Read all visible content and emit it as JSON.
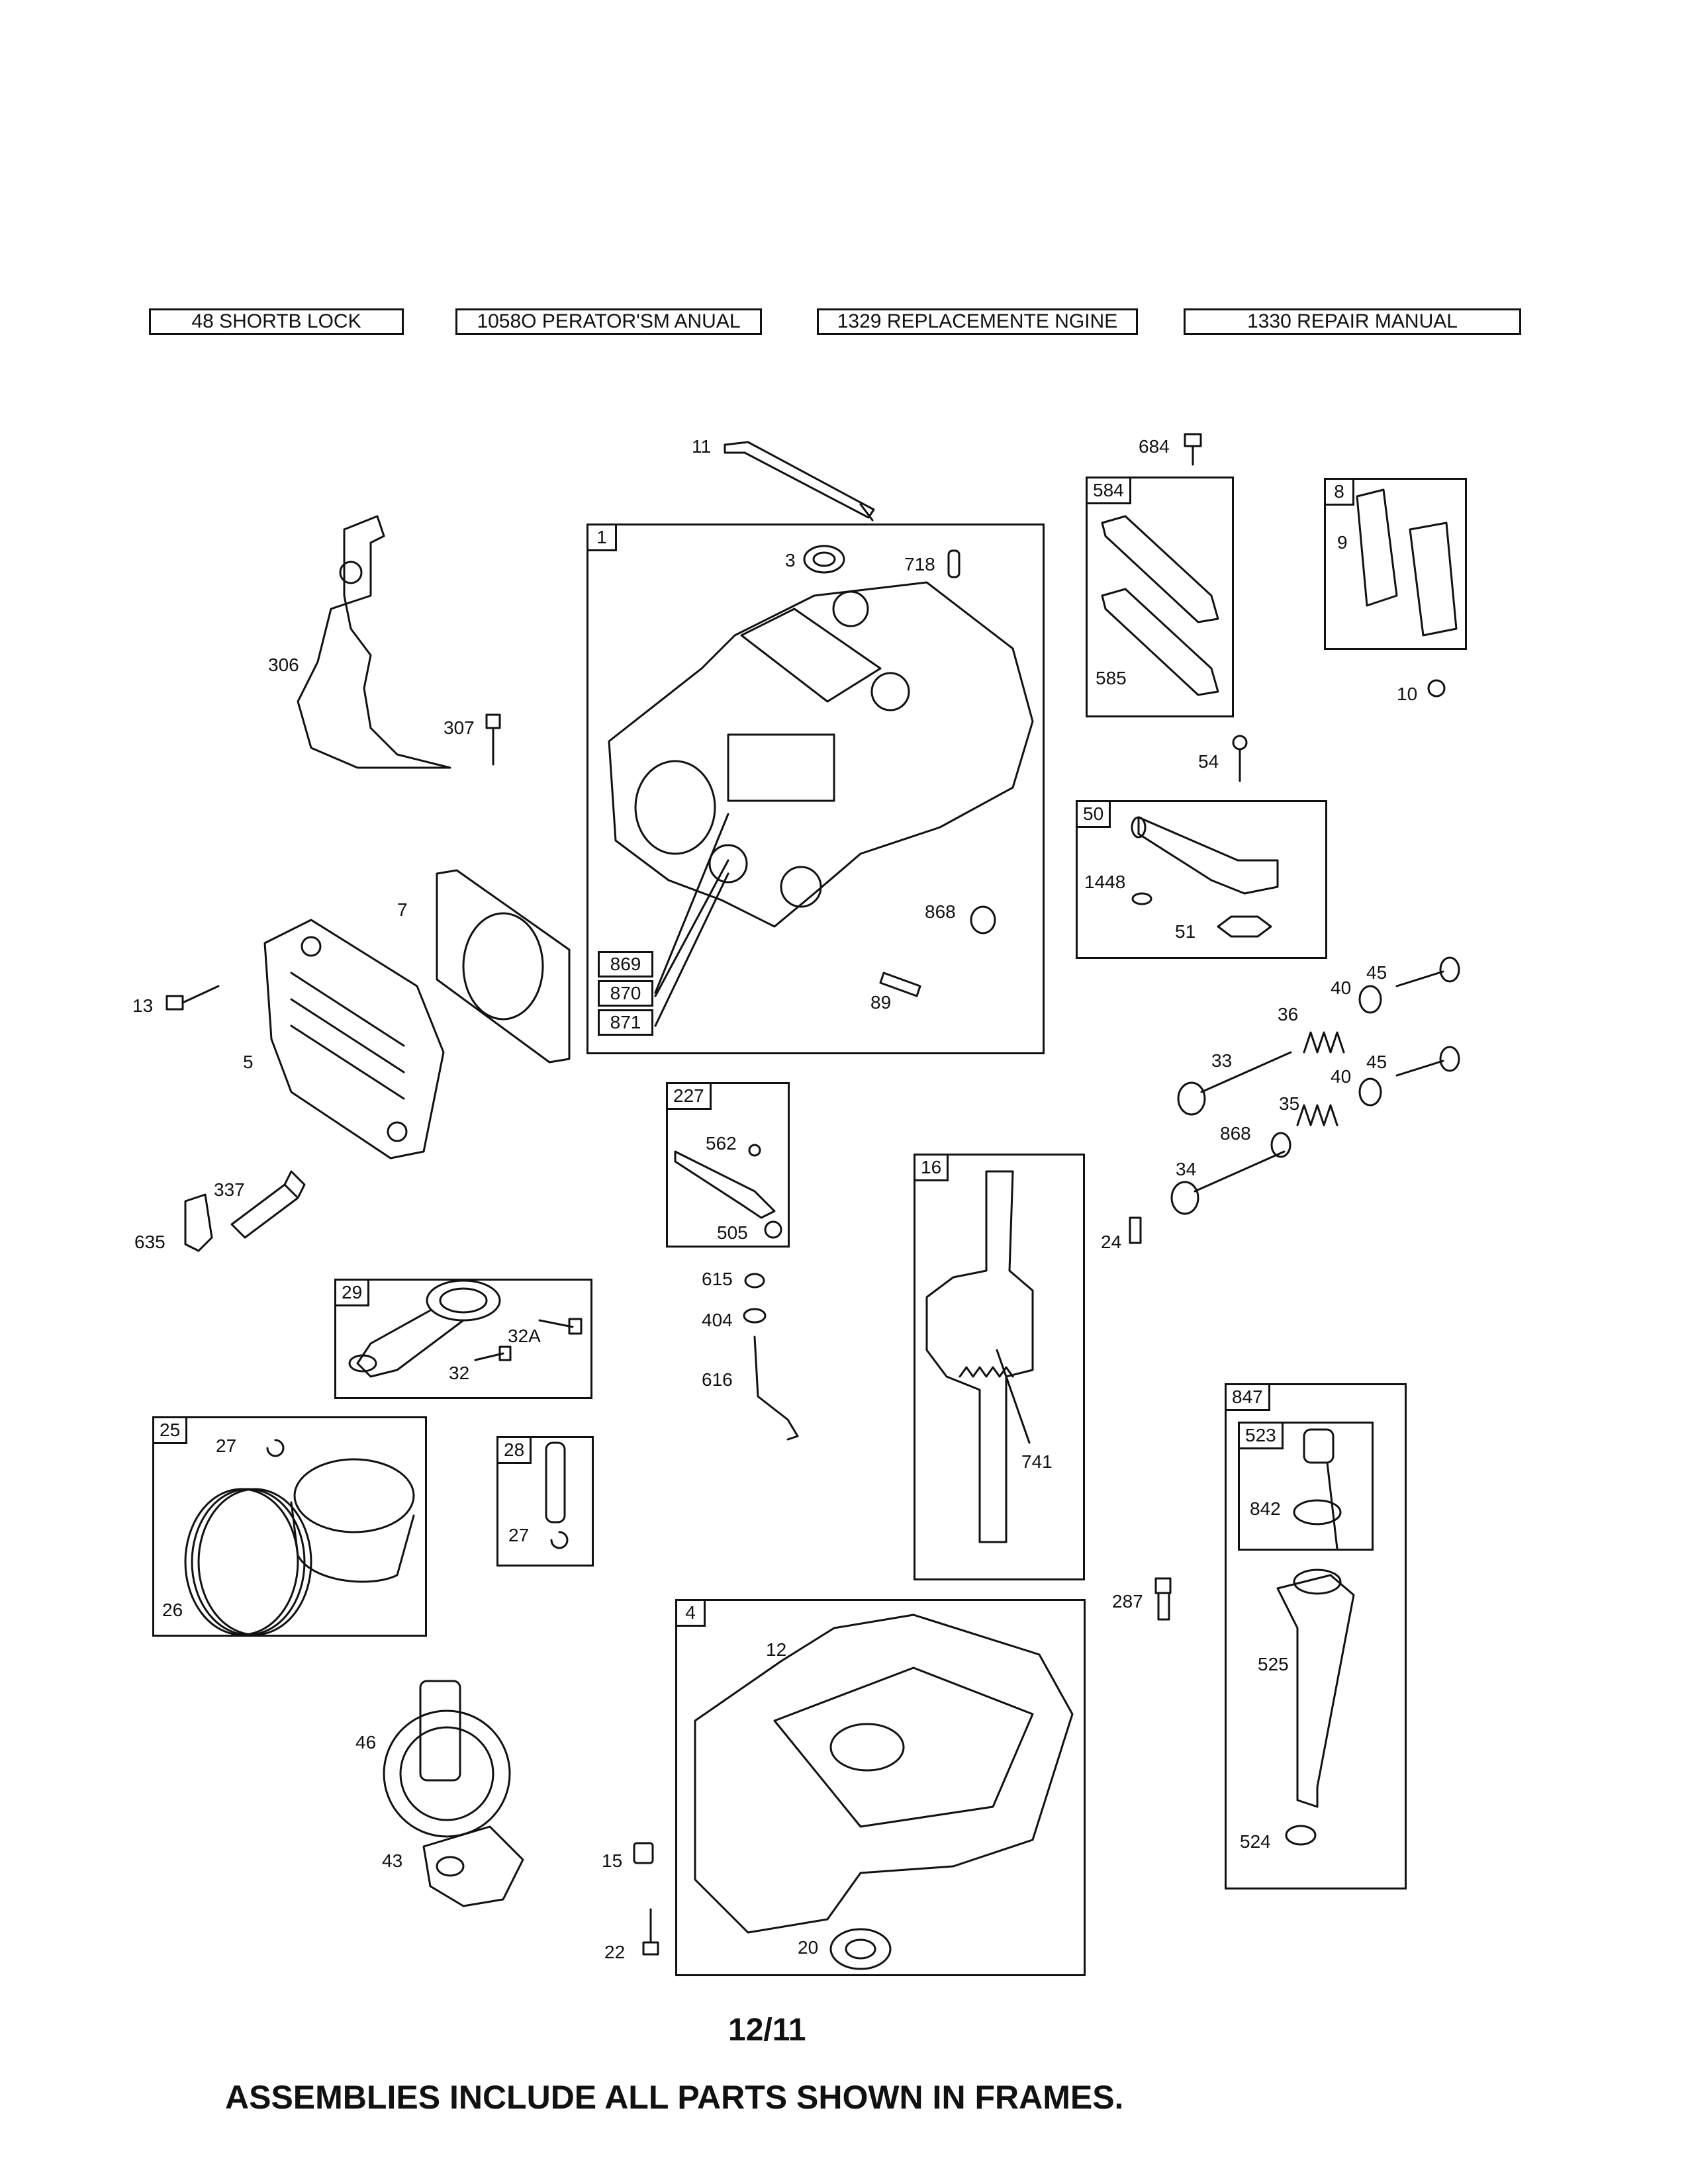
{
  "header_boxes": [
    "48 SHORTB LOCK",
    "1058O PERATOR'SM ANUAL",
    "1329 REPLACEMENTE NGINE",
    "1330 REPAIR MANUAL"
  ],
  "frames": {
    "f1": "1",
    "f584": "584",
    "f8": "8",
    "f50": "50",
    "f227": "227",
    "f16": "16",
    "f29": "29",
    "f25": "25",
    "f28": "28",
    "f847": "847",
    "f523": "523",
    "f4": "4"
  },
  "sub_tags": [
    "869",
    "870",
    "871"
  ],
  "labels": {
    "l11": "11",
    "l684": "684",
    "l3": "3",
    "l718": "718",
    "l9": "9",
    "l585": "585",
    "l10": "10",
    "l306": "306",
    "l307": "307",
    "l54": "54",
    "l1448": "1448",
    "l51": "51",
    "l7": "7",
    "l868a": "868",
    "l89": "89",
    "l45a": "45",
    "l40a": "40",
    "l36": "36",
    "l13": "13",
    "l5": "5",
    "l33": "33",
    "l45b": "45",
    "l40b": "40",
    "l35": "35",
    "l868b": "868",
    "l562": "562",
    "l34": "34",
    "l337": "337",
    "l505": "505",
    "l635": "635",
    "l24": "24",
    "l615": "615",
    "l404": "404",
    "l32A": "32A",
    "l32": "32",
    "l616": "616",
    "l27a": "27",
    "l741": "741",
    "l842": "842",
    "l27b": "27",
    "l26": "26",
    "l287": "287",
    "l12": "12",
    "l525": "525",
    "l46": "46",
    "l43": "43",
    "l15": "15",
    "l524": "524",
    "l22": "22",
    "l20": "20"
  },
  "page_number": "12/11",
  "footer": "ASSEMBLIES INCLUDE ALL PARTS SHOWN IN FRAMES."
}
